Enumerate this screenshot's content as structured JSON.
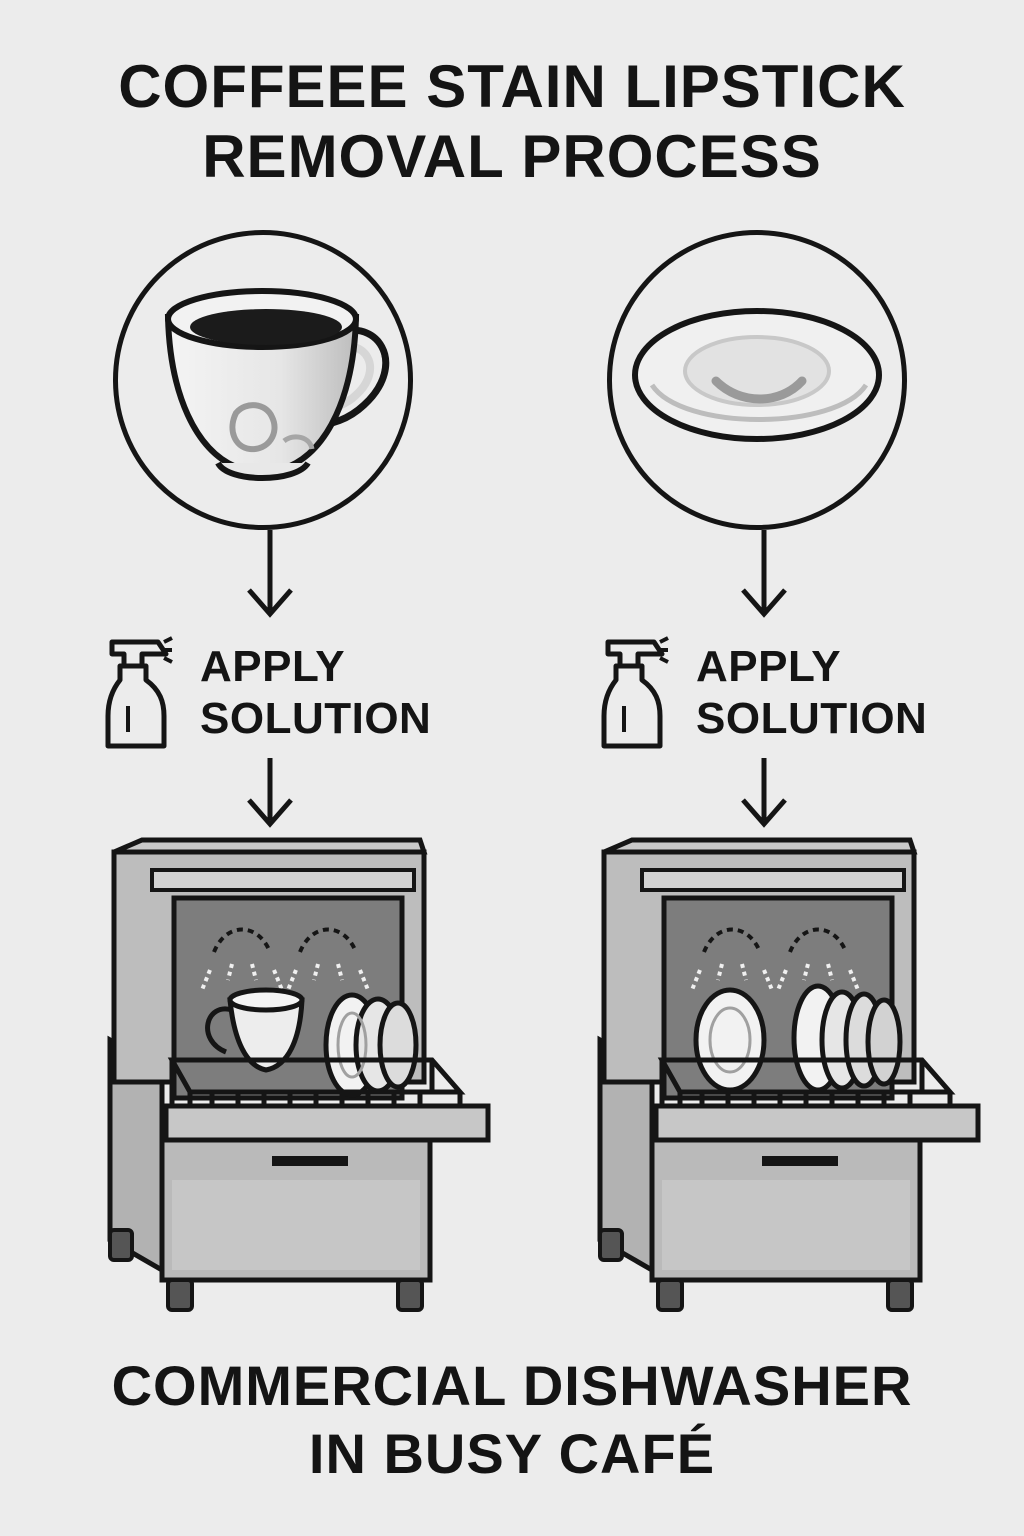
{
  "title": {
    "line1": "COFFEEE STAIN LIPSTICK",
    "line2": "REMOVAL PROCESS"
  },
  "steps": [
    {
      "action_line1": "APPLY",
      "action_line2": "SOLUTION",
      "item_icon": "coffee-cup-icon"
    },
    {
      "action_line1": "APPLY",
      "action_line2": "SOLUTION",
      "item_icon": "saucer-icon"
    }
  ],
  "footer": {
    "line1": "COMMERCIAL DISHWASHER",
    "line2": "IN BUSY CAFÉ"
  },
  "colors": {
    "background": "#ececec",
    "ink": "#141414",
    "steel": "#b9b9b9"
  }
}
